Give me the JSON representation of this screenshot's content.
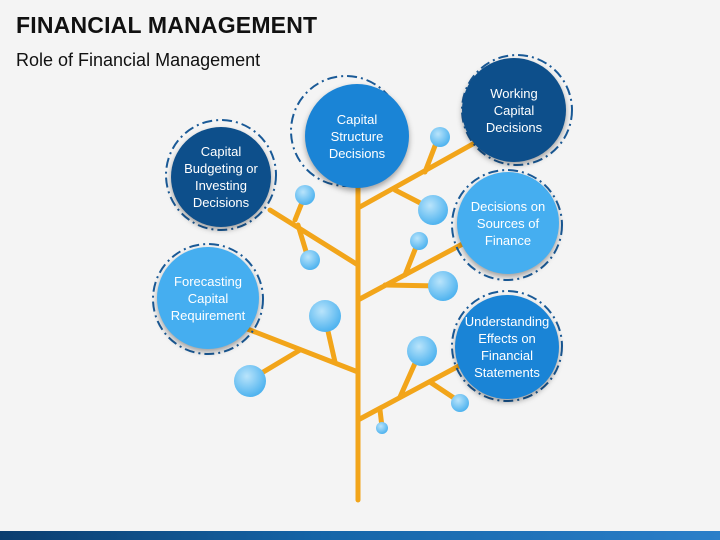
{
  "header": {
    "title": "FINANCIAL MANAGEMENT",
    "subtitle": "Role of Financial Management"
  },
  "nodes": {
    "capital_budgeting": "Capital\nBudgeting or\nInvesting\nDecisions",
    "capital_structure": "Capital\nStructure\nDecisions",
    "working_capital": "Working\nCapital\nDecisions",
    "sources_of_finance": "Decisions on\nSources of\nFinance",
    "forecasting": "Forecasting\nCapital\nRequirement",
    "financial_statements": "Understanding\nEffects on\nFinancial\nStatements"
  },
  "colors": {
    "trunk": "#f2a51a",
    "dark_node": "#0d4f8b",
    "mid_node": "#1a84d6",
    "light_node": "#45aef0",
    "ball": "#6ec4f5"
  }
}
